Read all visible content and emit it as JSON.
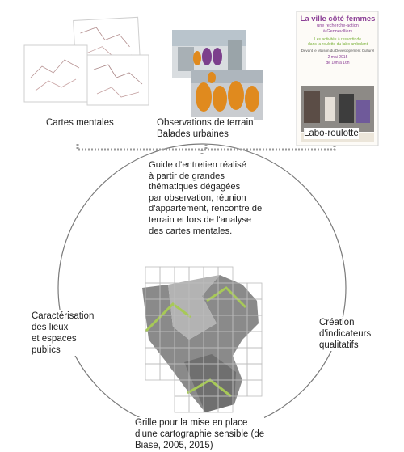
{
  "top_items": [
    {
      "id": "cartes",
      "lines": [
        "Cartes mentales"
      ]
    },
    {
      "id": "observations",
      "lines": [
        "Observations de terrain",
        "Balades urbaines"
      ]
    },
    {
      "id": "labo",
      "lines": [
        "Labo-roulotte"
      ]
    }
  ],
  "poster": {
    "title": "La ville côté femmes",
    "subtitle_lines": [
      "une recherche-action",
      "à Gennevilliers"
    ],
    "line1": "Les activités à ressortir de",
    "line2": "dans la roulotte du labo ambulant",
    "line3": "Devant le Maison du Développement Culturel",
    "date": "2 mai 2015",
    "hours": "de 10h à 16h"
  },
  "center_text": {
    "lines": [
      "Guide d'entretien réalisé",
      "à partir de grandes",
      "thématiques dégagées",
      "par observation, réunion",
      "d'appartement, rencontre de",
      "terrain et lors de l'analyse",
      "des cartes mentales."
    ]
  },
  "left_text": {
    "lines": [
      "Caractérisation",
      "des lieux",
      "et espaces",
      "publics"
    ]
  },
  "right_text": {
    "lines": [
      "Création",
      "d'indicateurs",
      "qualitatifs"
    ]
  },
  "bottom_text": {
    "lines": [
      "Grille pour la mise en place",
      "d'une cartographie sensible (de",
      "Biase, 2005, 2015)"
    ]
  },
  "colors": {
    "line": "#7a7a7a",
    "dashed": "#9a9a9a",
    "poster_purple": "#8b3f96",
    "poster_green": "#7bb23a",
    "figure_purple": "#7c3f8c",
    "figure_orange": "#e08a1e",
    "map_green": "#a7c957"
  }
}
